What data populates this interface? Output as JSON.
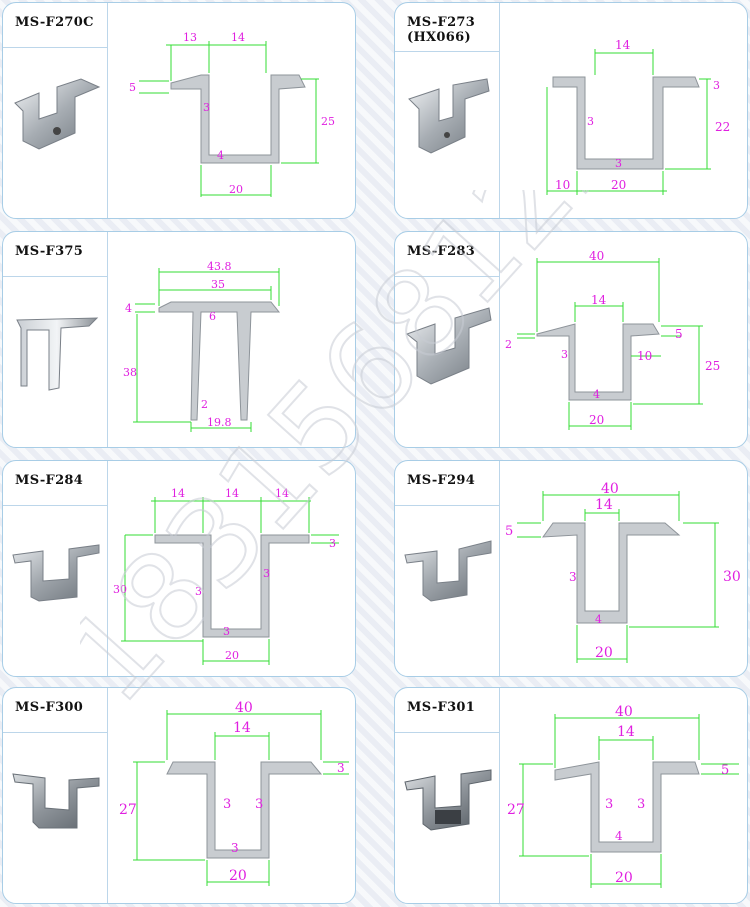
{
  "colors": {
    "dimension_line": "#33dd33",
    "dimension_text": "#e020e0",
    "profile_fill": "#c8ccd0",
    "card_border": "#a8cde6"
  },
  "watermark": "18315681228",
  "cards": [
    {
      "model": "MS-F270C",
      "dims": {
        "a": "13",
        "b": "14",
        "c": "5",
        "d": "3",
        "e": "25",
        "f": "4",
        "g": "20"
      }
    },
    {
      "model": "MS-F273",
      "model2": "(HX066)",
      "dims": {
        "a": "14",
        "b": "3",
        "c": "22",
        "d": "3",
        "e": "3",
        "f": "10",
        "g": "20"
      }
    },
    {
      "model": "MS-F375",
      "dims": {
        "a": "43.8",
        "b": "35",
        "c": "4",
        "d": "6",
        "e": "38",
        "f": "2",
        "g": "19.8"
      }
    },
    {
      "model": "MS-F283",
      "dims": {
        "a": "40",
        "b": "14",
        "c": "5",
        "d": "2",
        "e": "3",
        "f": "10",
        "g": "25",
        "h": "4",
        "i": "20"
      }
    },
    {
      "model": "MS-F284",
      "dims": {
        "a": "14",
        "b": "14",
        "c": "14",
        "d": "3",
        "e": "30",
        "f": "3",
        "g": "3",
        "h": "3",
        "i": "20"
      }
    },
    {
      "model": "MS-F294",
      "dims": {
        "a": "40",
        "b": "14",
        "c": "5",
        "d": "30",
        "e": "3",
        "f": "4",
        "g": "20"
      }
    },
    {
      "model": "MS-F300",
      "dims": {
        "a": "40",
        "b": "14",
        "c": "3",
        "d": "27",
        "e": "3",
        "f": "3",
        "g": "3",
        "h": "20"
      }
    },
    {
      "model": "MS-F301",
      "dims": {
        "a": "40",
        "b": "14",
        "c": "5",
        "d": "27",
        "e": "3",
        "f": "3",
        "g": "4",
        "h": "20"
      }
    }
  ]
}
